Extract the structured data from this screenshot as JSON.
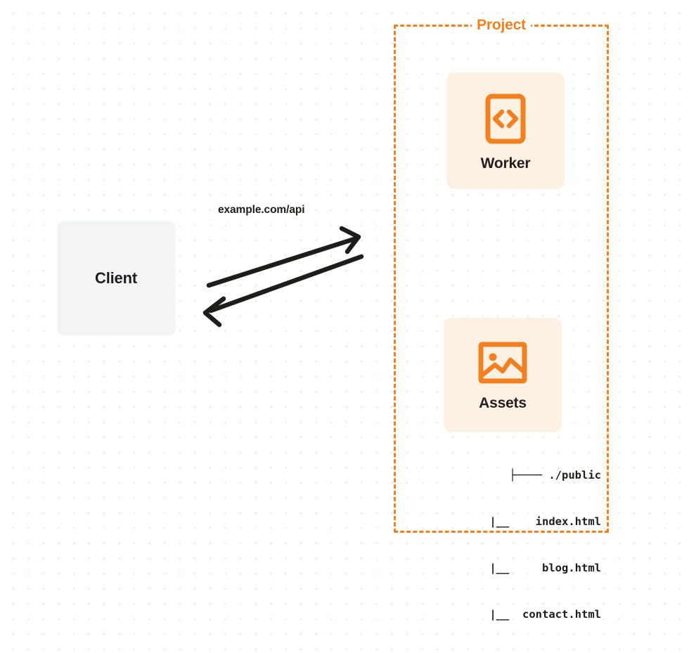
{
  "diagram": {
    "title": "Project architecture diagram",
    "colors": {
      "accent_orange": "#f38020",
      "card_background": "#fdf1e3",
      "client_background": "#f3f4f6",
      "arrow_stroke": "#1d1d1b",
      "canvas_background": "#ffffff",
      "dot_grid": "#e9eaec"
    }
  },
  "client": {
    "label": "Client"
  },
  "connector": {
    "label": "example.com/api",
    "request_direction": "client-to-project",
    "response_direction": "project-to-client"
  },
  "project": {
    "title": "Project",
    "cards": [
      {
        "id": "worker",
        "label": "Worker",
        "icon": "code-brackets-icon"
      },
      {
        "id": "assets",
        "label": "Assets",
        "icon": "image-icon"
      }
    ],
    "file_tree": [
      "├──── ./public",
      "   |__    index.html",
      "   |__     blog.html",
      "   |__  contact.html"
    ]
  }
}
